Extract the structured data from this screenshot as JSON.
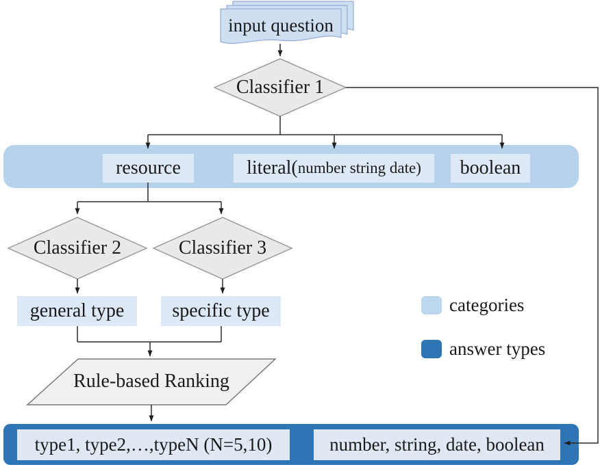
{
  "flowchart": {
    "input": {
      "label": "input question"
    },
    "classifiers": {
      "c1": "Classifier 1",
      "c2": "Classifier 2",
      "c3": "Classifier 3"
    },
    "categories_band": {
      "resource": "resource",
      "literal_prefix": "literal(",
      "literal_detail": "number string date)",
      "boolean": "boolean"
    },
    "types": {
      "general": "general type",
      "specific": "specific type"
    },
    "ranking": {
      "label": "Rule-based Ranking"
    },
    "outputs": {
      "ranked_types": "type1, type2,…,typeN (N=5,10)",
      "literal_answers": "number, string, date, boolean"
    },
    "legend": {
      "items": [
        {
          "label": "categories",
          "color": "#bdd7ee"
        },
        {
          "label": "answer types",
          "color": "#2e75b6"
        }
      ]
    },
    "colors": {
      "band": "#b7d2eb",
      "node_light": "#dde9f7",
      "answer_bar": "#2e75b6",
      "output_box": "#dfe8f3",
      "decision_fill": "#e9e9e8",
      "process_fill": "#f0f0ef",
      "document_fill": "#cfdff2"
    }
  }
}
